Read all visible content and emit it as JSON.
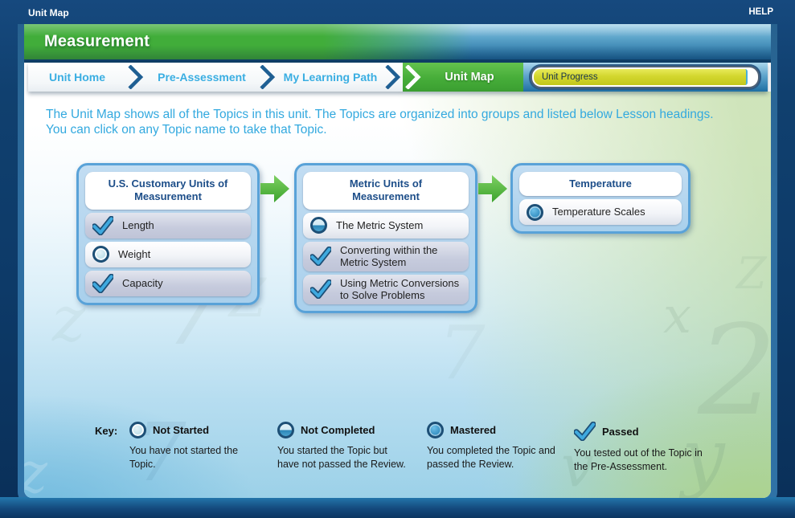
{
  "frame": {
    "window_title": "Unit Map",
    "help_label": "HELP"
  },
  "header": {
    "title": "Measurement"
  },
  "tabs": [
    {
      "label": "Unit Home",
      "active": false
    },
    {
      "label": "Pre-Assessment",
      "active": false
    },
    {
      "label": "My Learning Path",
      "active": false
    },
    {
      "label": "Unit Map",
      "active": true
    }
  ],
  "progress": {
    "label": "Unit Progress",
    "fill_percent": 96
  },
  "description": {
    "line1": "The Unit Map shows all of the Topics in this unit. The Topics are organized into groups and listed below Lesson headings.",
    "line2": "You can click on any Topic name to take that Topic."
  },
  "lessons": [
    {
      "title": "U.S. Customary Units of Measurement",
      "topics": [
        {
          "name": "Length",
          "status": "passed"
        },
        {
          "name": "Weight",
          "status": "not-started"
        },
        {
          "name": "Capacity",
          "status": "passed"
        }
      ]
    },
    {
      "title": "Metric Units of Measurement",
      "topics": [
        {
          "name": "The Metric System",
          "status": "not-completed"
        },
        {
          "name": "Converting within the Metric System",
          "status": "passed"
        },
        {
          "name": "Using Metric Conversions to Solve Problems",
          "status": "passed"
        }
      ]
    },
    {
      "title": "Temperature",
      "topics": [
        {
          "name": "Temperature Scales",
          "status": "mastered"
        }
      ]
    }
  ],
  "key": {
    "label": "Key:",
    "items": [
      {
        "status": "not-started",
        "title": "Not Started",
        "desc": "You have not started the Topic."
      },
      {
        "status": "not-completed",
        "title": "Not Completed",
        "desc": "You started the Topic but have not passed the Review."
      },
      {
        "status": "mastered",
        "title": "Mastered",
        "desc": "You completed the Topic and passed the Review."
      },
      {
        "status": "passed",
        "title": "Passed",
        "desc": "You tested out of the Topic in the Pre-Assessment."
      }
    ]
  },
  "watermarks": [
    "7",
    "z",
    "Z",
    "7",
    "x",
    "2",
    "y",
    "v",
    "7",
    "z",
    "Z"
  ],
  "colors": {
    "brand_green": "#41ad3a",
    "brand_blue": "#1d6b9c",
    "tab_text_blue": "#3aaee2",
    "progress_yellow": "#d3d72e",
    "status_blue": "#3e97c8",
    "frame_navy": "#0d3a68"
  }
}
